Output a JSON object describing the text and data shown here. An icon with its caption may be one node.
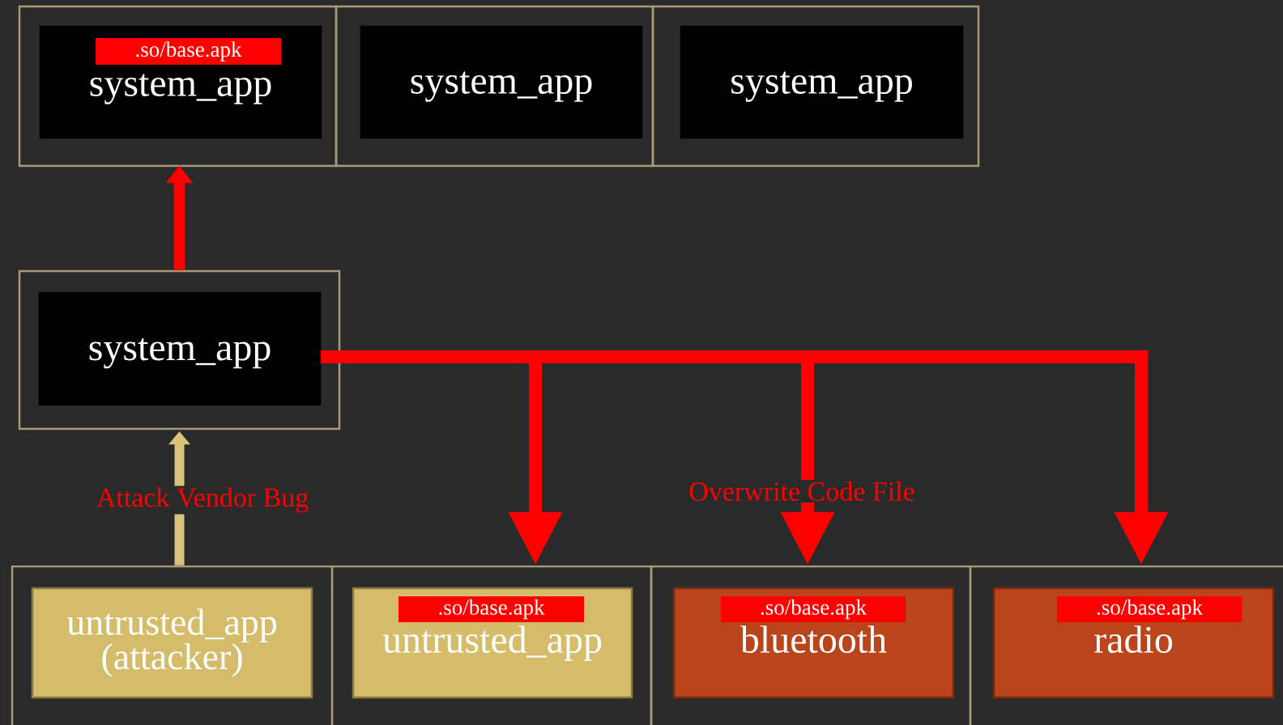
{
  "diagram": {
    "nodes": [
      {
        "text": [],
        "shape": "box"
      },
      {
        "text": [
          "system_app"
        ],
        "in": 0
      },
      {
        "text": [
          ".so/base.apk"
        ],
        "in": 1
      },
      {
        "text": [],
        "shape": "box"
      },
      {
        "text": [
          "system_app"
        ],
        "in": 3
      },
      {
        "text": [],
        "shape": "box"
      },
      {
        "text": [
          "system_app"
        ],
        "in": 5
      },
      {
        "text": [],
        "shape": "box"
      },
      {
        "text": [
          "system_app"
        ],
        "in": 7
      },
      {
        "text": [],
        "shape": "box"
      },
      {
        "text": [
          "untrusted_app (attacker)"
        ],
        "in": 9
      },
      {
        "text": [],
        "shape": "box"
      },
      {
        "text": [
          "untrusted_app"
        ],
        "in": 11
      },
      {
        "text": [
          ".so/base.apk"
        ],
        "in": 12
      },
      {
        "text": [],
        "shape": "box"
      },
      {
        "text": [
          "bluetooth"
        ],
        "in": 14
      },
      {
        "text": [
          ".so/base.apk"
        ],
        "in": 15
      },
      {
        "text": [],
        "shape": "box"
      },
      {
        "text": [
          "radio"
        ],
        "in": 17
      },
      {
        "text": [
          ".so/base.apk"
        ],
        "in": 18
      }
    ],
    "edges": [
      {
        "from": 7,
        "to": 0,
        "arrow": "to"
      },
      {
        "from": 9,
        "to": 7,
        "arrow": "to",
        "label": "Attack Vendor Bug",
        "color": "#d9c27a"
      },
      {
        "from": 8,
        "to": 11,
        "arrow": "to"
      },
      {
        "from": 8,
        "to": 14,
        "arrow": "to",
        "label": "Overwrite Code File"
      },
      {
        "from": 8,
        "to": 17,
        "arrow": "to"
      }
    ]
  }
}
